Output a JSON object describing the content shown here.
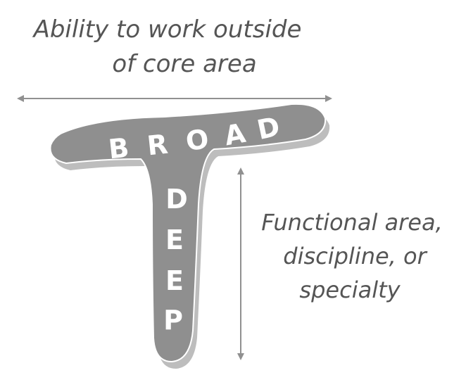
{
  "top_label": {
    "line1": "Ability to work outside",
    "line2": "of core area"
  },
  "side_label": {
    "line1": "Functional area,",
    "line2": "discipline, or",
    "line3": "specialty"
  },
  "bar_letters": [
    "B",
    "R",
    "O",
    "A",
    "D"
  ],
  "stem_letters": [
    "D",
    "E",
    "E",
    "P"
  ],
  "colors": {
    "shape_fill": "#8f8f8f",
    "shape_shadow": "#bdbdbd",
    "arrow": "#909090",
    "text": "#555555"
  }
}
